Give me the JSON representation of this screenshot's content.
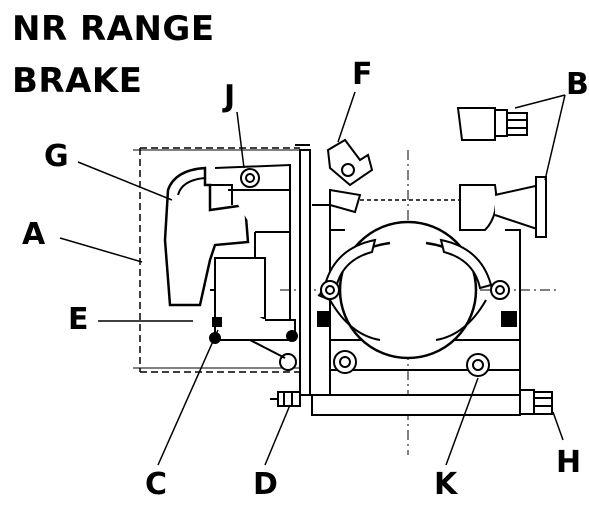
{
  "title": {
    "line1": "NR RANGE",
    "line2": "BRAKE"
  },
  "labels": {
    "a": "A",
    "b": "B",
    "c": "C",
    "d": "D",
    "e": "E",
    "f": "F",
    "g": "G",
    "h": "H",
    "j": "J",
    "k": "K"
  }
}
